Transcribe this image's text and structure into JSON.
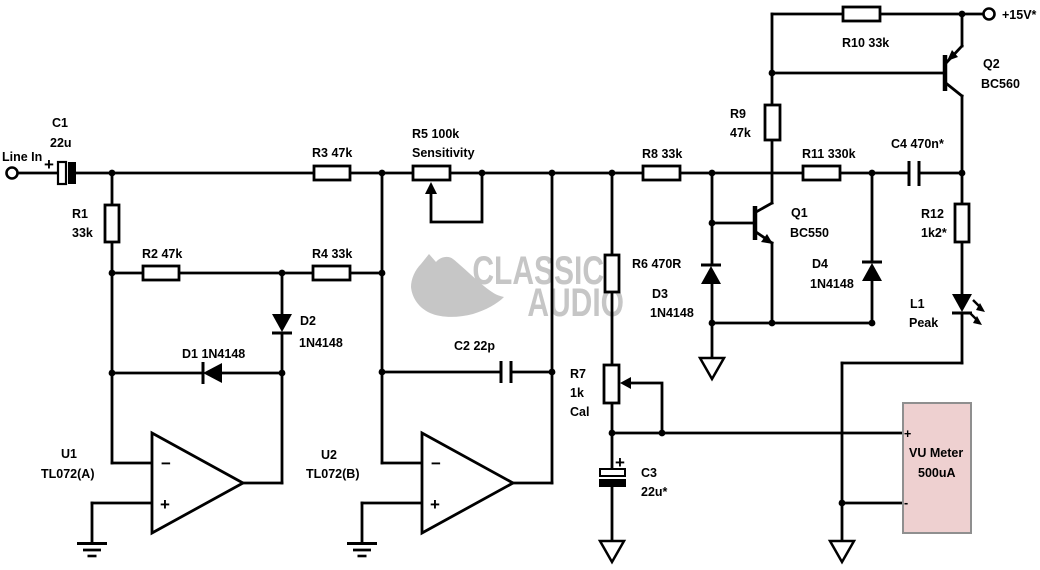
{
  "colors": {
    "wire": "#000000",
    "text": "#000000",
    "watermark": "#c6c6c6",
    "vu_fill": "#eed0d0",
    "vu_border": "#8f8f8f"
  },
  "watermark": {
    "line1": "CLASSIC",
    "line2": "AUDIO"
  },
  "io": {
    "input": "Line In",
    "supply": "+15V*"
  },
  "opamp": {
    "minus": "−",
    "plus": "+"
  },
  "components": {
    "c1": {
      "ref": "C1",
      "value": "22u",
      "polarity": "+"
    },
    "r1": {
      "ref": "R1",
      "value": "33k"
    },
    "r2": {
      "label": "R2 47k"
    },
    "r3": {
      "label": "R3 47k"
    },
    "r4": {
      "label": "R4 33k"
    },
    "r5": {
      "ref": "R5  100k",
      "name": "Sensitivity"
    },
    "d1": {
      "label": "D1 1N4148"
    },
    "d2": {
      "ref": "D2",
      "value": "1N4148"
    },
    "u1": {
      "ref": "U1",
      "value": "TL072(A)"
    },
    "u2": {
      "ref": "U2",
      "value": "TL072(B)"
    },
    "c2": {
      "label": "C2 22p"
    },
    "r6": {
      "label": "R6 470R"
    },
    "d3": {
      "ref": "D3",
      "value": "1N4148"
    },
    "r7": {
      "ref": "R7",
      "value": "1k",
      "name": "Cal"
    },
    "c3": {
      "ref": "C3",
      "value": "22u*",
      "polarity": "+"
    },
    "r8": {
      "label": "R8 33k"
    },
    "r9": {
      "ref": "R9",
      "value": "47k"
    },
    "r10": {
      "label": "R10  33k"
    },
    "r11": {
      "label": "R11  330k"
    },
    "q1": {
      "ref": "Q1",
      "value": "BC550"
    },
    "q2": {
      "ref": "Q2",
      "value": "BC560"
    },
    "d4": {
      "ref": "D4",
      "value": "1N4148"
    },
    "c4": {
      "label": "C4 470n*"
    },
    "r12": {
      "ref": "R12",
      "value": "1k2*"
    },
    "l1": {
      "ref": "L1",
      "name": "Peak"
    },
    "vu": {
      "plus": "+",
      "name": "VU Meter",
      "value": "500uA",
      "minus": "-"
    }
  }
}
